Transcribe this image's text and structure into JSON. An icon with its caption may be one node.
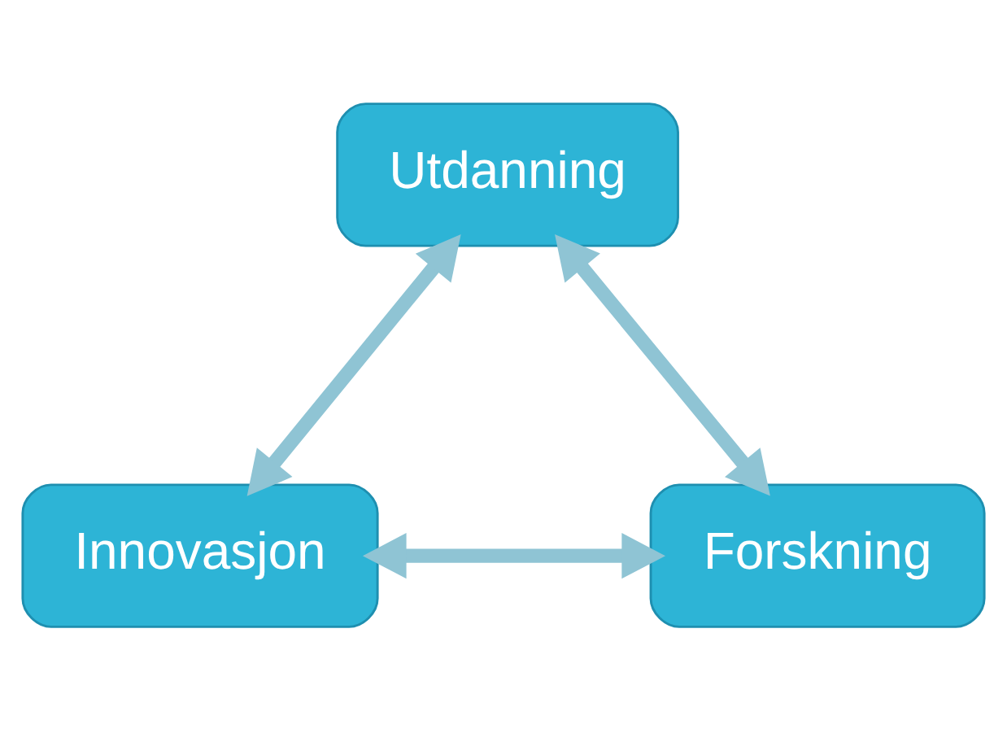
{
  "diagram": {
    "nodes": [
      {
        "text": [
          "Utdanning"
        ]
      },
      {
        "text": [
          "Innovasjon"
        ]
      },
      {
        "text": [
          "Forskning"
        ]
      }
    ],
    "edges": [
      {
        "from": 0,
        "to": 1,
        "arrow": "both"
      },
      {
        "from": 0,
        "to": 2,
        "arrow": "both"
      },
      {
        "from": 1,
        "to": 2,
        "arrow": "both"
      }
    ]
  }
}
